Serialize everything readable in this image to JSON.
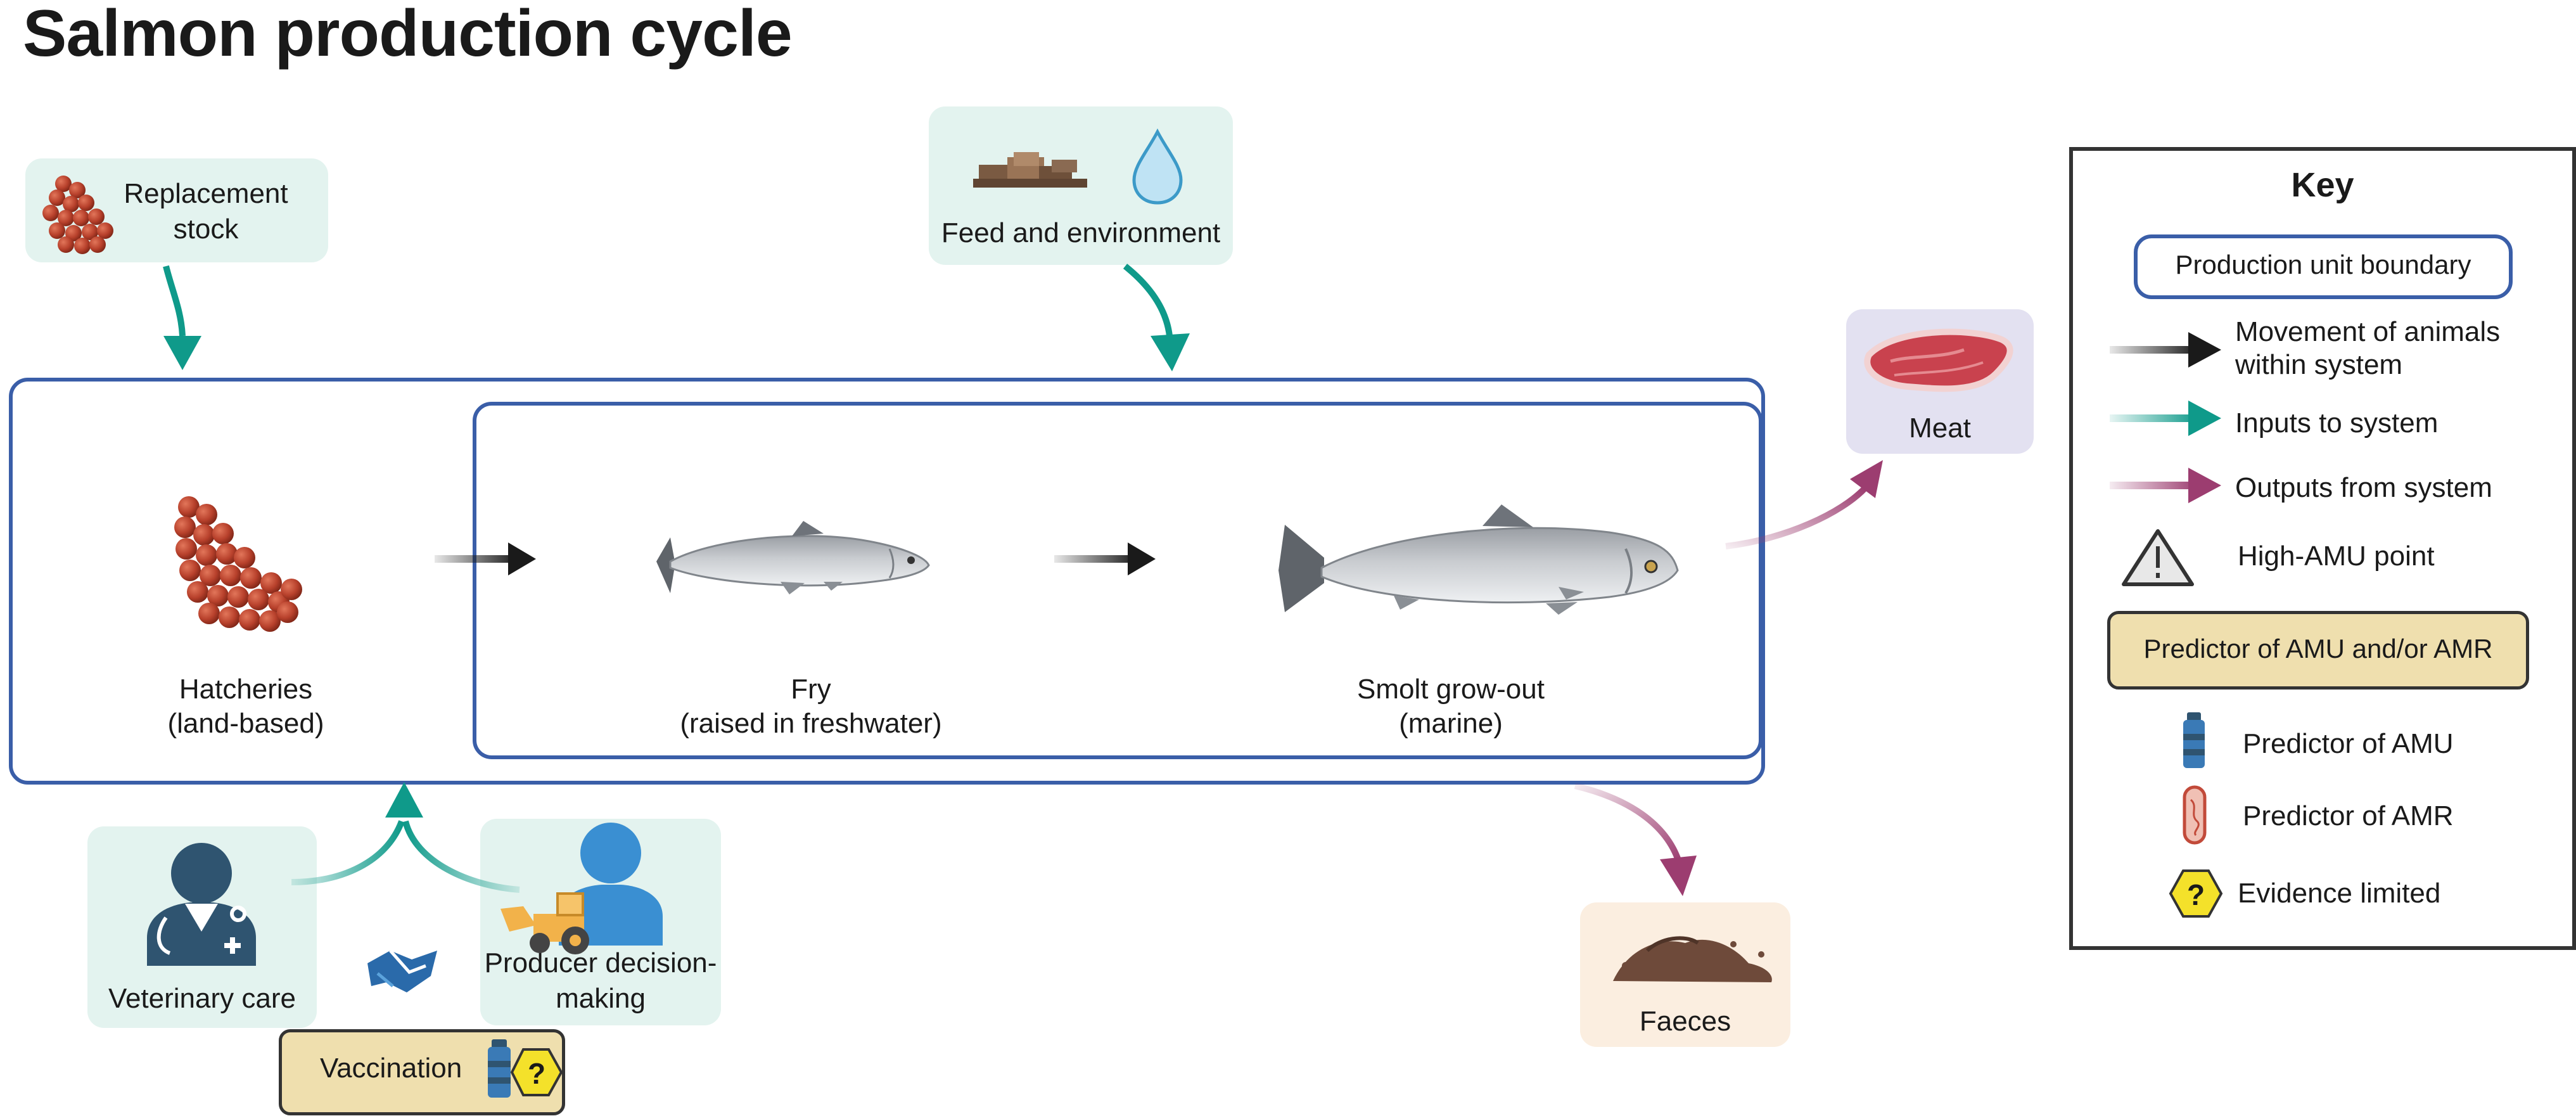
{
  "title": "Salmon production cycle",
  "inputs": {
    "replacement_stock": "Replacement stock",
    "feed_environment": "Feed and environment",
    "veterinary_care": "Veterinary care",
    "producer_decision": "Producer decision-making"
  },
  "stages": {
    "hatcheries": {
      "name": "Hatcheries",
      "detail": "(land-based)"
    },
    "fry": {
      "name": "Fry",
      "detail": "(raised in freshwater)"
    },
    "smolt": {
      "name": "Smolt grow-out",
      "detail": "(marine)"
    }
  },
  "outputs": {
    "meat": "Meat",
    "faeces": "Faeces"
  },
  "vaccination": "Vaccination",
  "key": {
    "title": "Key",
    "production_unit": "Production unit boundary",
    "movement": "Movement of animals within system",
    "inputs": "Inputs to system",
    "outputs": "Outputs from system",
    "high_amu": "High-AMU point",
    "predictor_both": "Predictor of AMU and/or AMR",
    "predictor_amu": "Predictor of AMU",
    "predictor_amr": "Predictor of AMR",
    "evidence_limited": "Evidence limited"
  },
  "colors": {
    "boundary": "#3a5ea8",
    "movement": "#1a1a1a",
    "input": "#0f9a8a",
    "output": "#9c3d70",
    "predictor_fill": "#efdfae",
    "input_box": "#e3f3ef",
    "meat_box": "#e3e1f1",
    "faeces_box": "#fbeee0"
  }
}
